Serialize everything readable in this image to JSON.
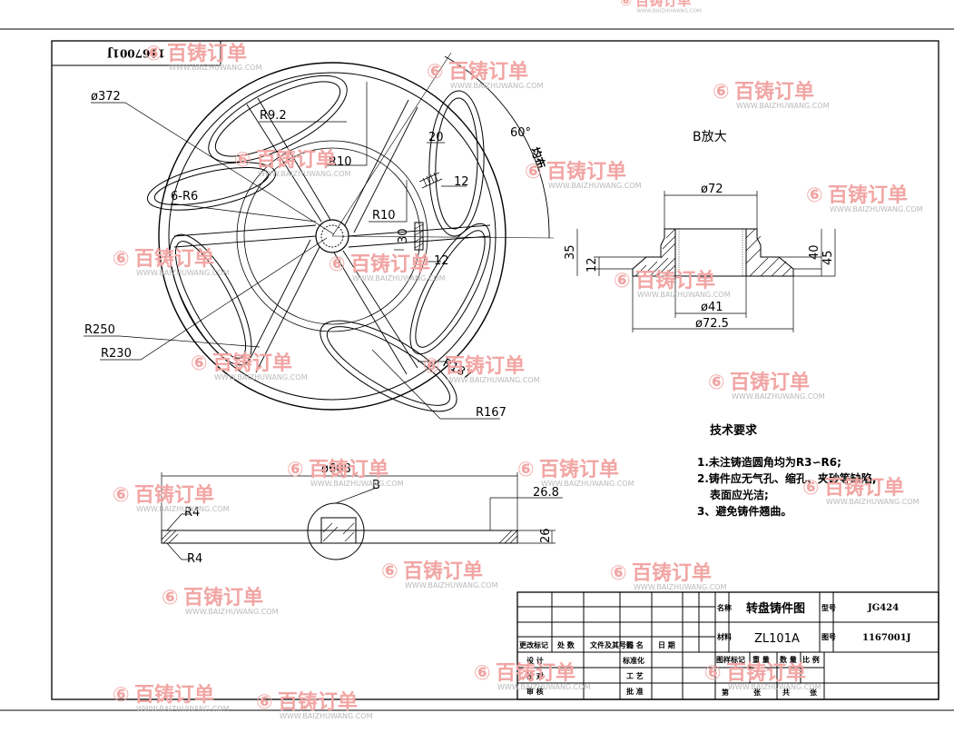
{
  "watermark": {
    "brand": "百铸订单",
    "url": "WWW.BAIZHUWANG.COM"
  },
  "drawing_number_corner": "1167001J",
  "plan_view": {
    "dims": {
      "d372": "ø372",
      "r9_2": "R9.2",
      "r10_top": "R10",
      "r10_mid": "R10",
      "six_r6": "6-R6",
      "d20": "20",
      "d12_a": "12",
      "d12_b": "12",
      "d30": "30",
      "r250": "R250",
      "r230": "R230",
      "r187": "R187",
      "r167": "R167",
      "angle": "60°",
      "evenly": "均布"
    }
  },
  "detail_b": {
    "title": "B放大",
    "dims": {
      "d72": "ø72",
      "h35": "35",
      "h12": "12",
      "h40": "40",
      "h45": "45",
      "d41": "ø41",
      "d72_5": "ø72.5"
    }
  },
  "section_view": {
    "dims": {
      "d608": "ø608",
      "label_b": "B",
      "d26_8": "26.8",
      "h26": "26",
      "r4_top": "R4",
      "r4_bottom": "R4"
    }
  },
  "tech_requirements": {
    "title": "技术要求",
    "items": [
      "1.未注铸造圆角均为R3∽R6;",
      "2.铸件应无气孔、缩孔、夹砂等缺陷,",
      "表面应光洁;",
      "3、避免铸件翘曲。"
    ]
  },
  "title_block": {
    "name_label": "名称",
    "name": "转盘铸件图",
    "material_label": "材料",
    "material": "ZL101A",
    "model_label": "型号",
    "model": "JG424",
    "drawing_no_label": "图号",
    "drawing_no": "1167001J",
    "change_headers": [
      "更改标记",
      "处 数",
      "文件及其号码",
      "签 名",
      "日 期"
    ],
    "rows": [
      {
        "left": "设 计",
        "mid": "标准化"
      },
      {
        "left": "校 对",
        "mid": "工 艺"
      },
      {
        "left": "审 核",
        "mid": "批 准"
      }
    ],
    "stage_headers": [
      "图样标记",
      "重 量",
      "数 量",
      "比 例"
    ],
    "sheet": [
      "第",
      "张",
      "共",
      "张"
    ]
  }
}
